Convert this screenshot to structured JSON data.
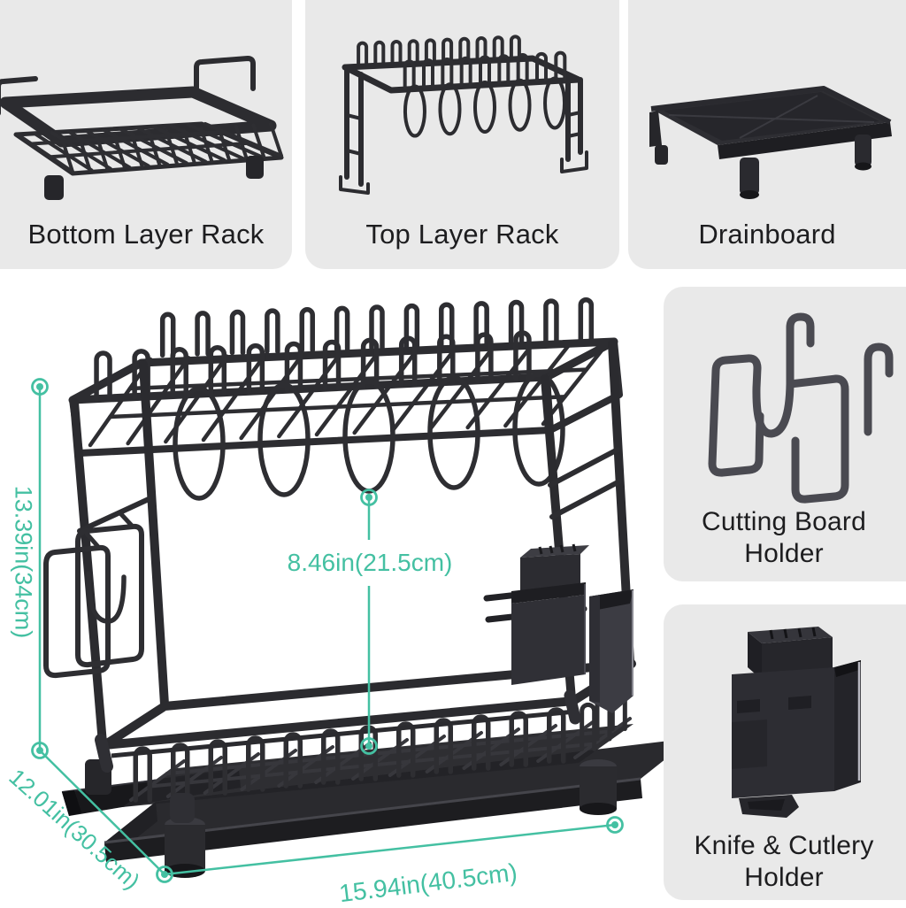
{
  "palette": {
    "background": "#ffffff",
    "card_bg": "#e9e9e9",
    "label_color": "#1d1d1f",
    "dimension_teal": "#44c0a2",
    "metal_dark": "#2d2d31"
  },
  "parts": {
    "bottom_rack": {
      "label": "Bottom Layer Rack"
    },
    "top_rack": {
      "label": "Top Layer Rack"
    },
    "drainboard": {
      "label": "Drainboard"
    },
    "cutting_board": {
      "label": "Cutting Board Holder"
    },
    "knife_cutlery": {
      "label": "Knife & Cutlery Holder"
    }
  },
  "dimensions": {
    "overall_height": "13.39in(34cm)",
    "tier_clearance": "8.46in(21.5cm)",
    "depth": "12.01in(30.5cm)",
    "width": "15.94in(40.5cm)"
  }
}
